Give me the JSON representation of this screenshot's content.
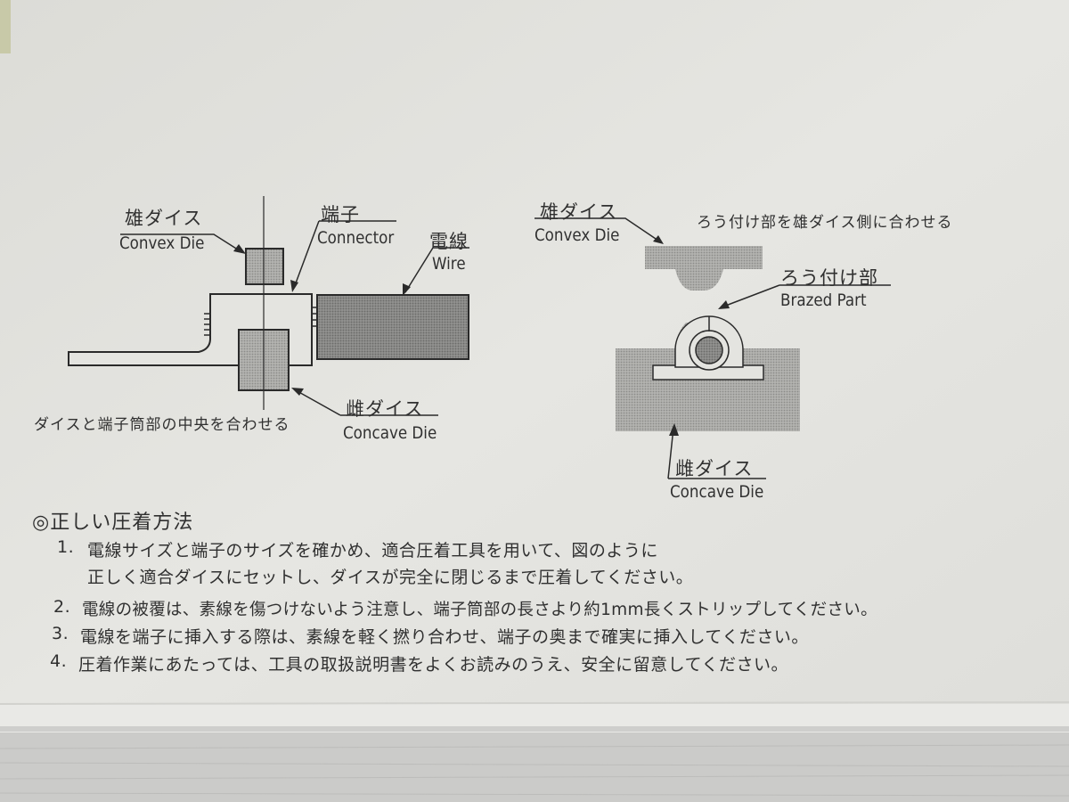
{
  "left_diagram": {
    "convex_die_jp": "雄ダイス",
    "convex_die_en": "Convex Die",
    "connector_jp": "端子",
    "connector_en": "Connector",
    "wire_jp": "電線",
    "wire_en": "Wire",
    "concave_die_jp": "雌ダイス",
    "concave_die_en": "Concave Die",
    "align_note": "ダイスと端子筒部の中央を合わせる"
  },
  "right_diagram": {
    "convex_die_jp": "雄ダイス",
    "convex_die_en": "Convex Die",
    "brazed_note": "ろう付け部を雄ダイス側に合わせる",
    "brazed_jp": "ろう付け部",
    "brazed_en": "Brazed Part",
    "concave_die_jp": "雌ダイス",
    "concave_die_en": "Concave Die"
  },
  "instructions": {
    "heading": "◎正しい圧着方法",
    "items": [
      {
        "num": "1.",
        "text": "電線サイズと端子のサイズを確かめ、適合圧着工具を用いて、図のように"
      },
      {
        "num": "",
        "text": "正しく適合ダイスにセットし、ダイスが完全に閉じるまで圧着してください。"
      },
      {
        "num": "2.",
        "text": "電線の被覆は、素線を傷つけないよう注意し、端子筒部の長さより約1mm長くストリップしてください。"
      },
      {
        "num": "3.",
        "text": "電線を端子に挿入する際は、素線を軽く撚り合わせ、端子の奥まで確実に挿入してください。"
      },
      {
        "num": "4.",
        "text": "圧着作業にあたっては、工具の取扱説明書をよくお読みのうえ、安全に留意してください。"
      }
    ]
  },
  "colors": {
    "paper": "#e2e2de",
    "ink": "#2a2a2a",
    "die_fill": "#a9a9a6",
    "wire_fill": "#8b8b89",
    "table": "#d0d0ce"
  }
}
